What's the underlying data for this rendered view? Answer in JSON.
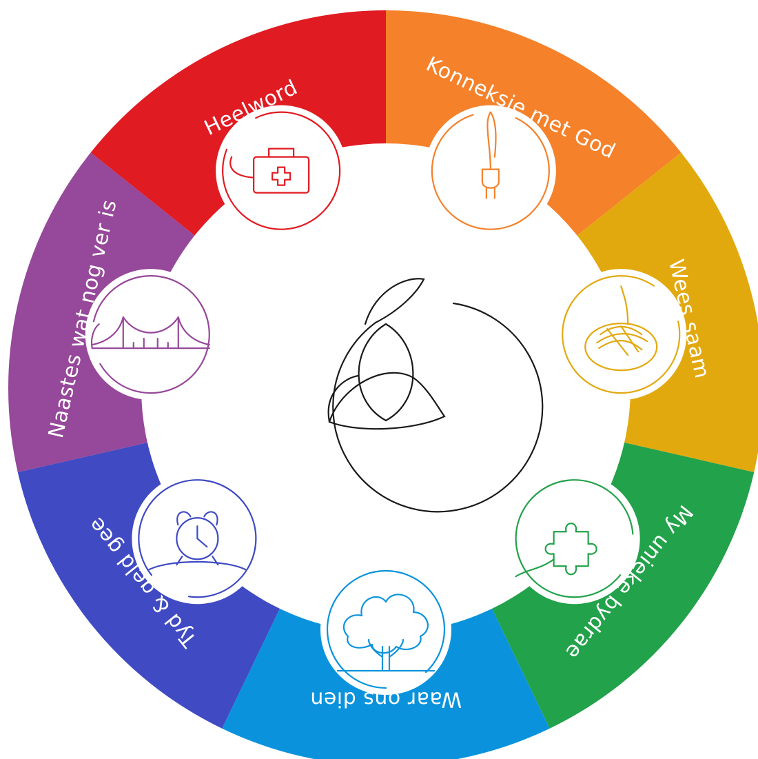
{
  "wheel": {
    "center_logo": "trinity-knot-icon",
    "segments": [
      {
        "id": "heelword",
        "label": "Heelword",
        "color": "#E11B22",
        "icon": "first-aid-kit-icon"
      },
      {
        "id": "konneksie",
        "label": "Konneksie met God",
        "color": "#F5812A",
        "icon": "plug-icon"
      },
      {
        "id": "wees-saam",
        "label": "Wees saam",
        "color": "#E2A90F",
        "icon": "bread-loaf-icon"
      },
      {
        "id": "bydrae",
        "label": "My unieke bydrae",
        "color": "#22A24A",
        "icon": "puzzle-piece-icon"
      },
      {
        "id": "dien",
        "label": "Waar ons dien",
        "color": "#0A93DC",
        "icon": "tree-icon"
      },
      {
        "id": "tyd-geld",
        "label": "Tyd & geld gee",
        "color": "#3F4AC3",
        "icon": "alarm-clock-icon"
      },
      {
        "id": "naastes",
        "label": "Naastes wat nog ver is",
        "color": "#96489A",
        "icon": "bridge-icon"
      }
    ]
  }
}
